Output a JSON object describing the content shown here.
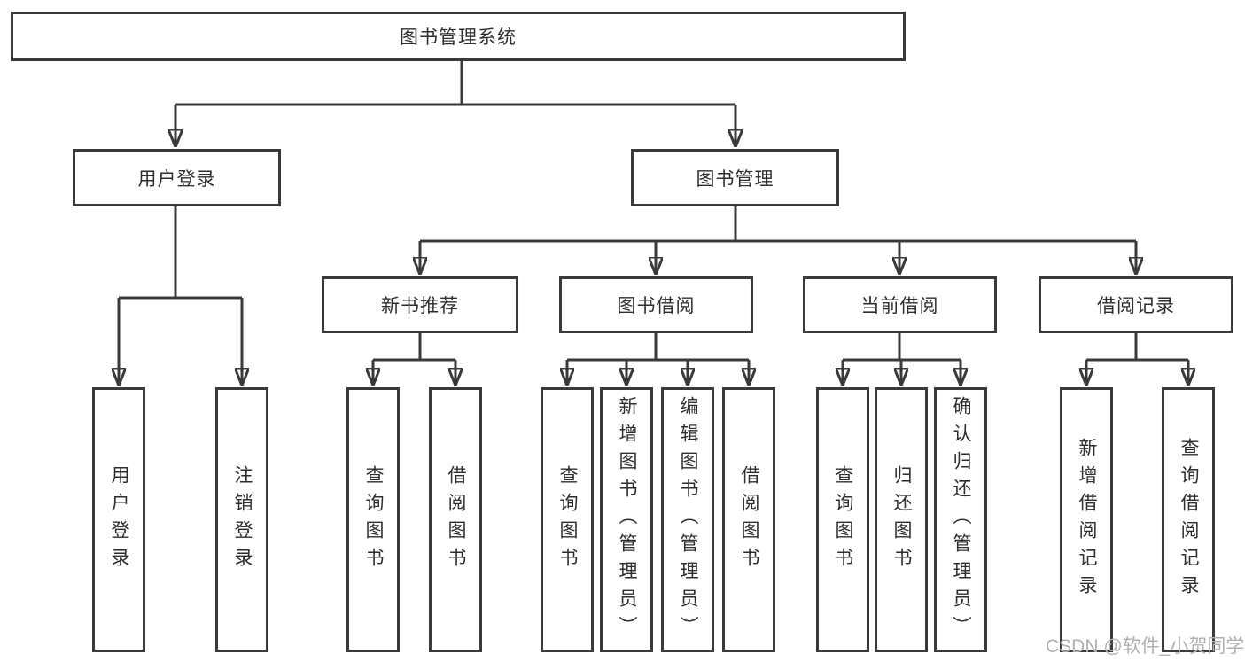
{
  "colors": {
    "line": "#3a3a3c",
    "ink": "#2e2e30",
    "watermark": "#b0b0b0"
  },
  "tree": {
    "root": {
      "label": "图书管理系统",
      "children": [
        {
          "label": "用户登录",
          "children": [
            {
              "label": "用户登录"
            },
            {
              "label": "注销登录"
            }
          ]
        },
        {
          "label": "图书管理",
          "children": [
            {
              "label": "新书推荐",
              "children": [
                {
                  "label": "查询图书"
                },
                {
                  "label": "借阅图书"
                }
              ]
            },
            {
              "label": "图书借阅",
              "children": [
                {
                  "label": "查询图书"
                },
                {
                  "label": "新增图书（管理员）"
                },
                {
                  "label": "编辑图书（管理员）"
                },
                {
                  "label": "借阅图书"
                }
              ]
            },
            {
              "label": "当前借阅",
              "children": [
                {
                  "label": "查询图书"
                },
                {
                  "label": "归还图书"
                },
                {
                  "label": "确认归还（管理员）"
                }
              ]
            },
            {
              "label": "借阅记录",
              "children": [
                {
                  "label": "新增借阅记录"
                },
                {
                  "label": "查询借阅记录"
                }
              ]
            }
          ]
        }
      ]
    }
  },
  "watermark": {
    "text": "CSDN @软件_小贺同学"
  }
}
